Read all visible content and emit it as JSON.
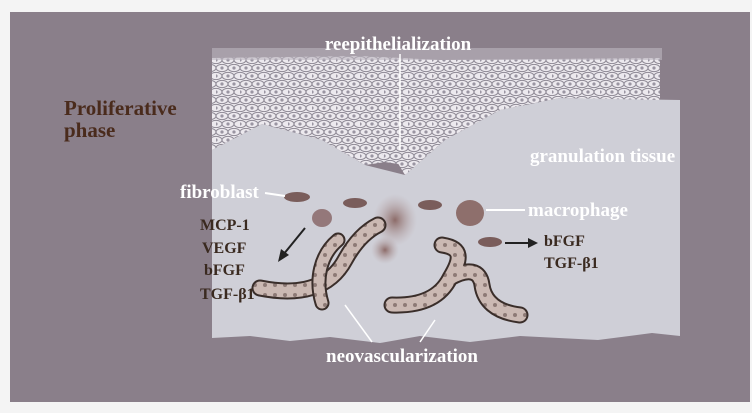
{
  "diagram": {
    "title": "Proliferative phase",
    "title_lines": [
      "Proliferative",
      "phase"
    ],
    "labels": {
      "reepithelialization": "reepithelialization",
      "granulation_tissue": "granulation tissue",
      "fibroblast": "fibroblast",
      "macrophage": "macrophage",
      "neovascularization": "neovascularization"
    },
    "fibroblast_factors": [
      "MCP-1",
      "VEGF",
      "bFGF",
      "TGF-β1"
    ],
    "macrophage_factors": [
      "bFGF",
      "TGF-β1"
    ],
    "colors": {
      "background": "#8b7e87",
      "tissue": "#cfcfd6",
      "epithelium": "#e6e3e8",
      "vessel": "#c8b9b4",
      "label_white": "#ffffff",
      "label_dark": "#3a2a20"
    }
  }
}
